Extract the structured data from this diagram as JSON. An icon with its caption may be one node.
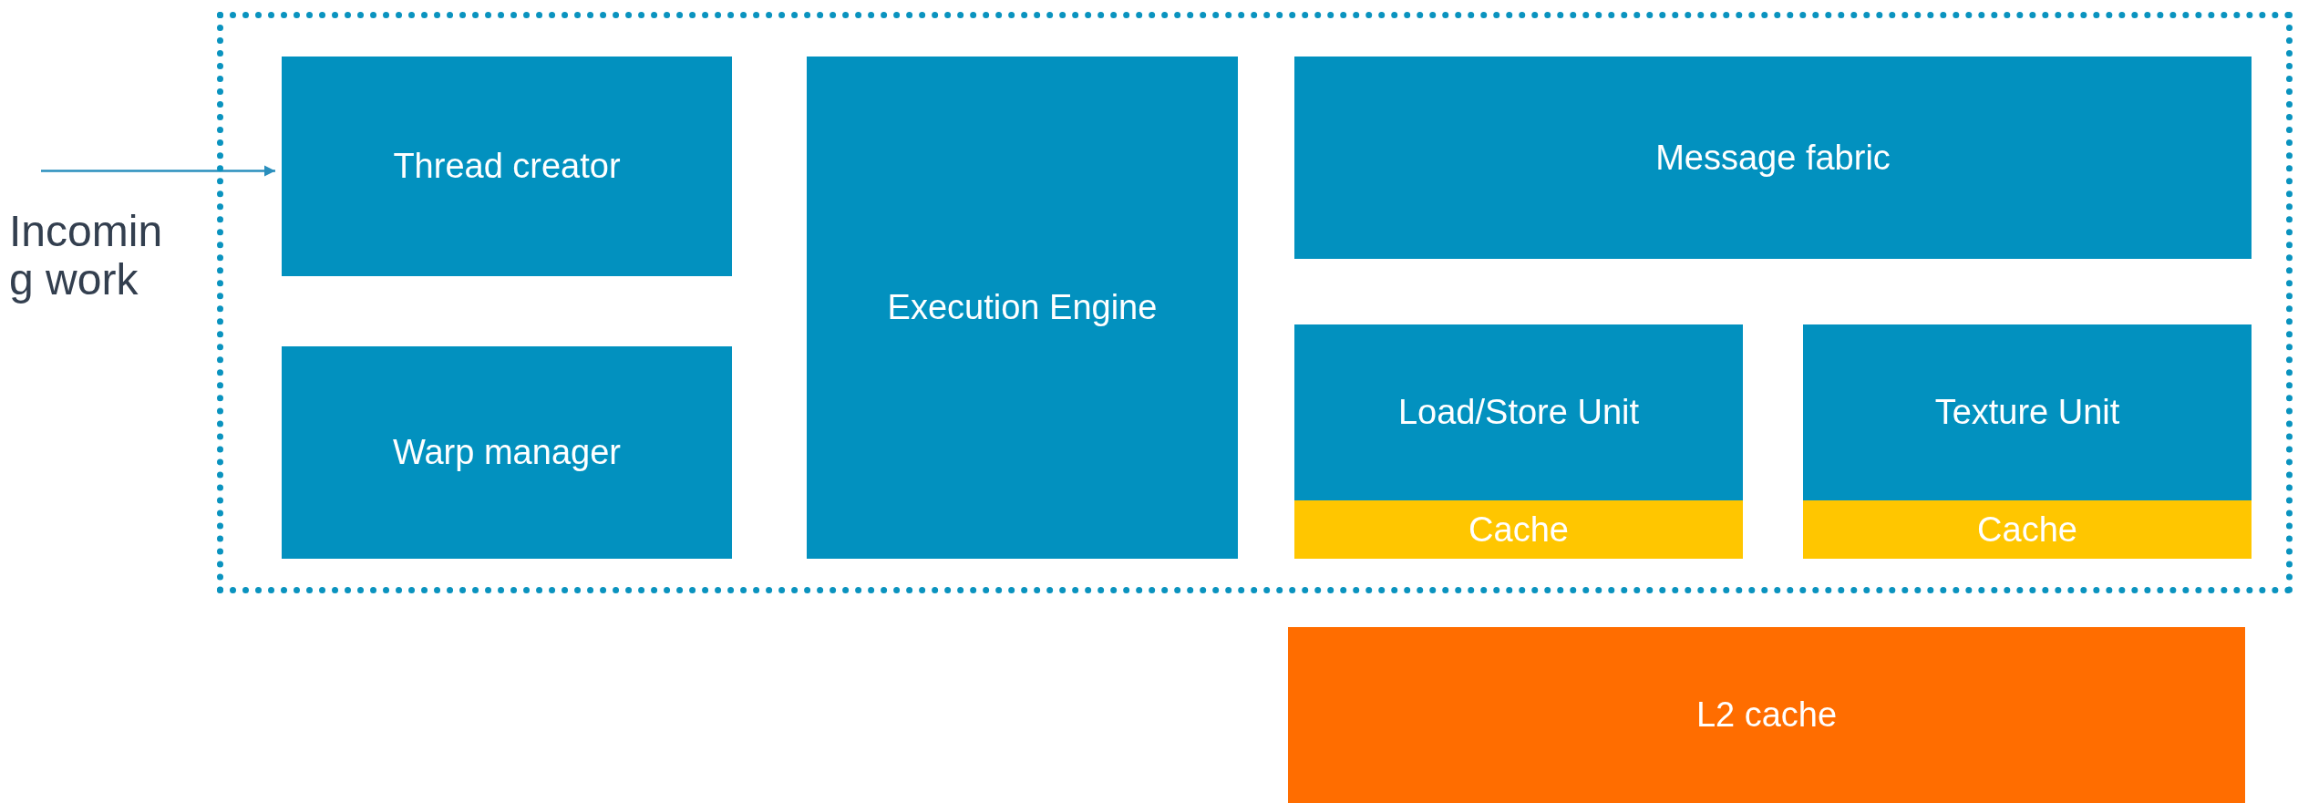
{
  "diagram": {
    "nodes": [
      {
        "text": [],
        "shape": "box"
      },
      {
        "text": [
          "Thread creator"
        ],
        "in": 0
      },
      {
        "text": [
          "Warp manager"
        ],
        "in": 0
      },
      {
        "text": [
          "Execution Engine"
        ],
        "in": 0
      },
      {
        "text": [
          "Message fabric"
        ],
        "in": 0
      },
      {
        "text": [
          "Load/Store Unit"
        ],
        "in": 0
      },
      {
        "text": [
          "Cache"
        ],
        "in": 0
      },
      {
        "text": [
          "Texture Unit"
        ],
        "in": 0
      },
      {
        "text": [
          "Cache"
        ],
        "in": 0
      },
      {
        "text": [
          "L2 cache"
        ]
      }
    ],
    "edges": [
      {
        "from": null,
        "to": 1,
        "arrow": "to"
      }
    ],
    "labels": [
      "Incoming work"
    ]
  }
}
